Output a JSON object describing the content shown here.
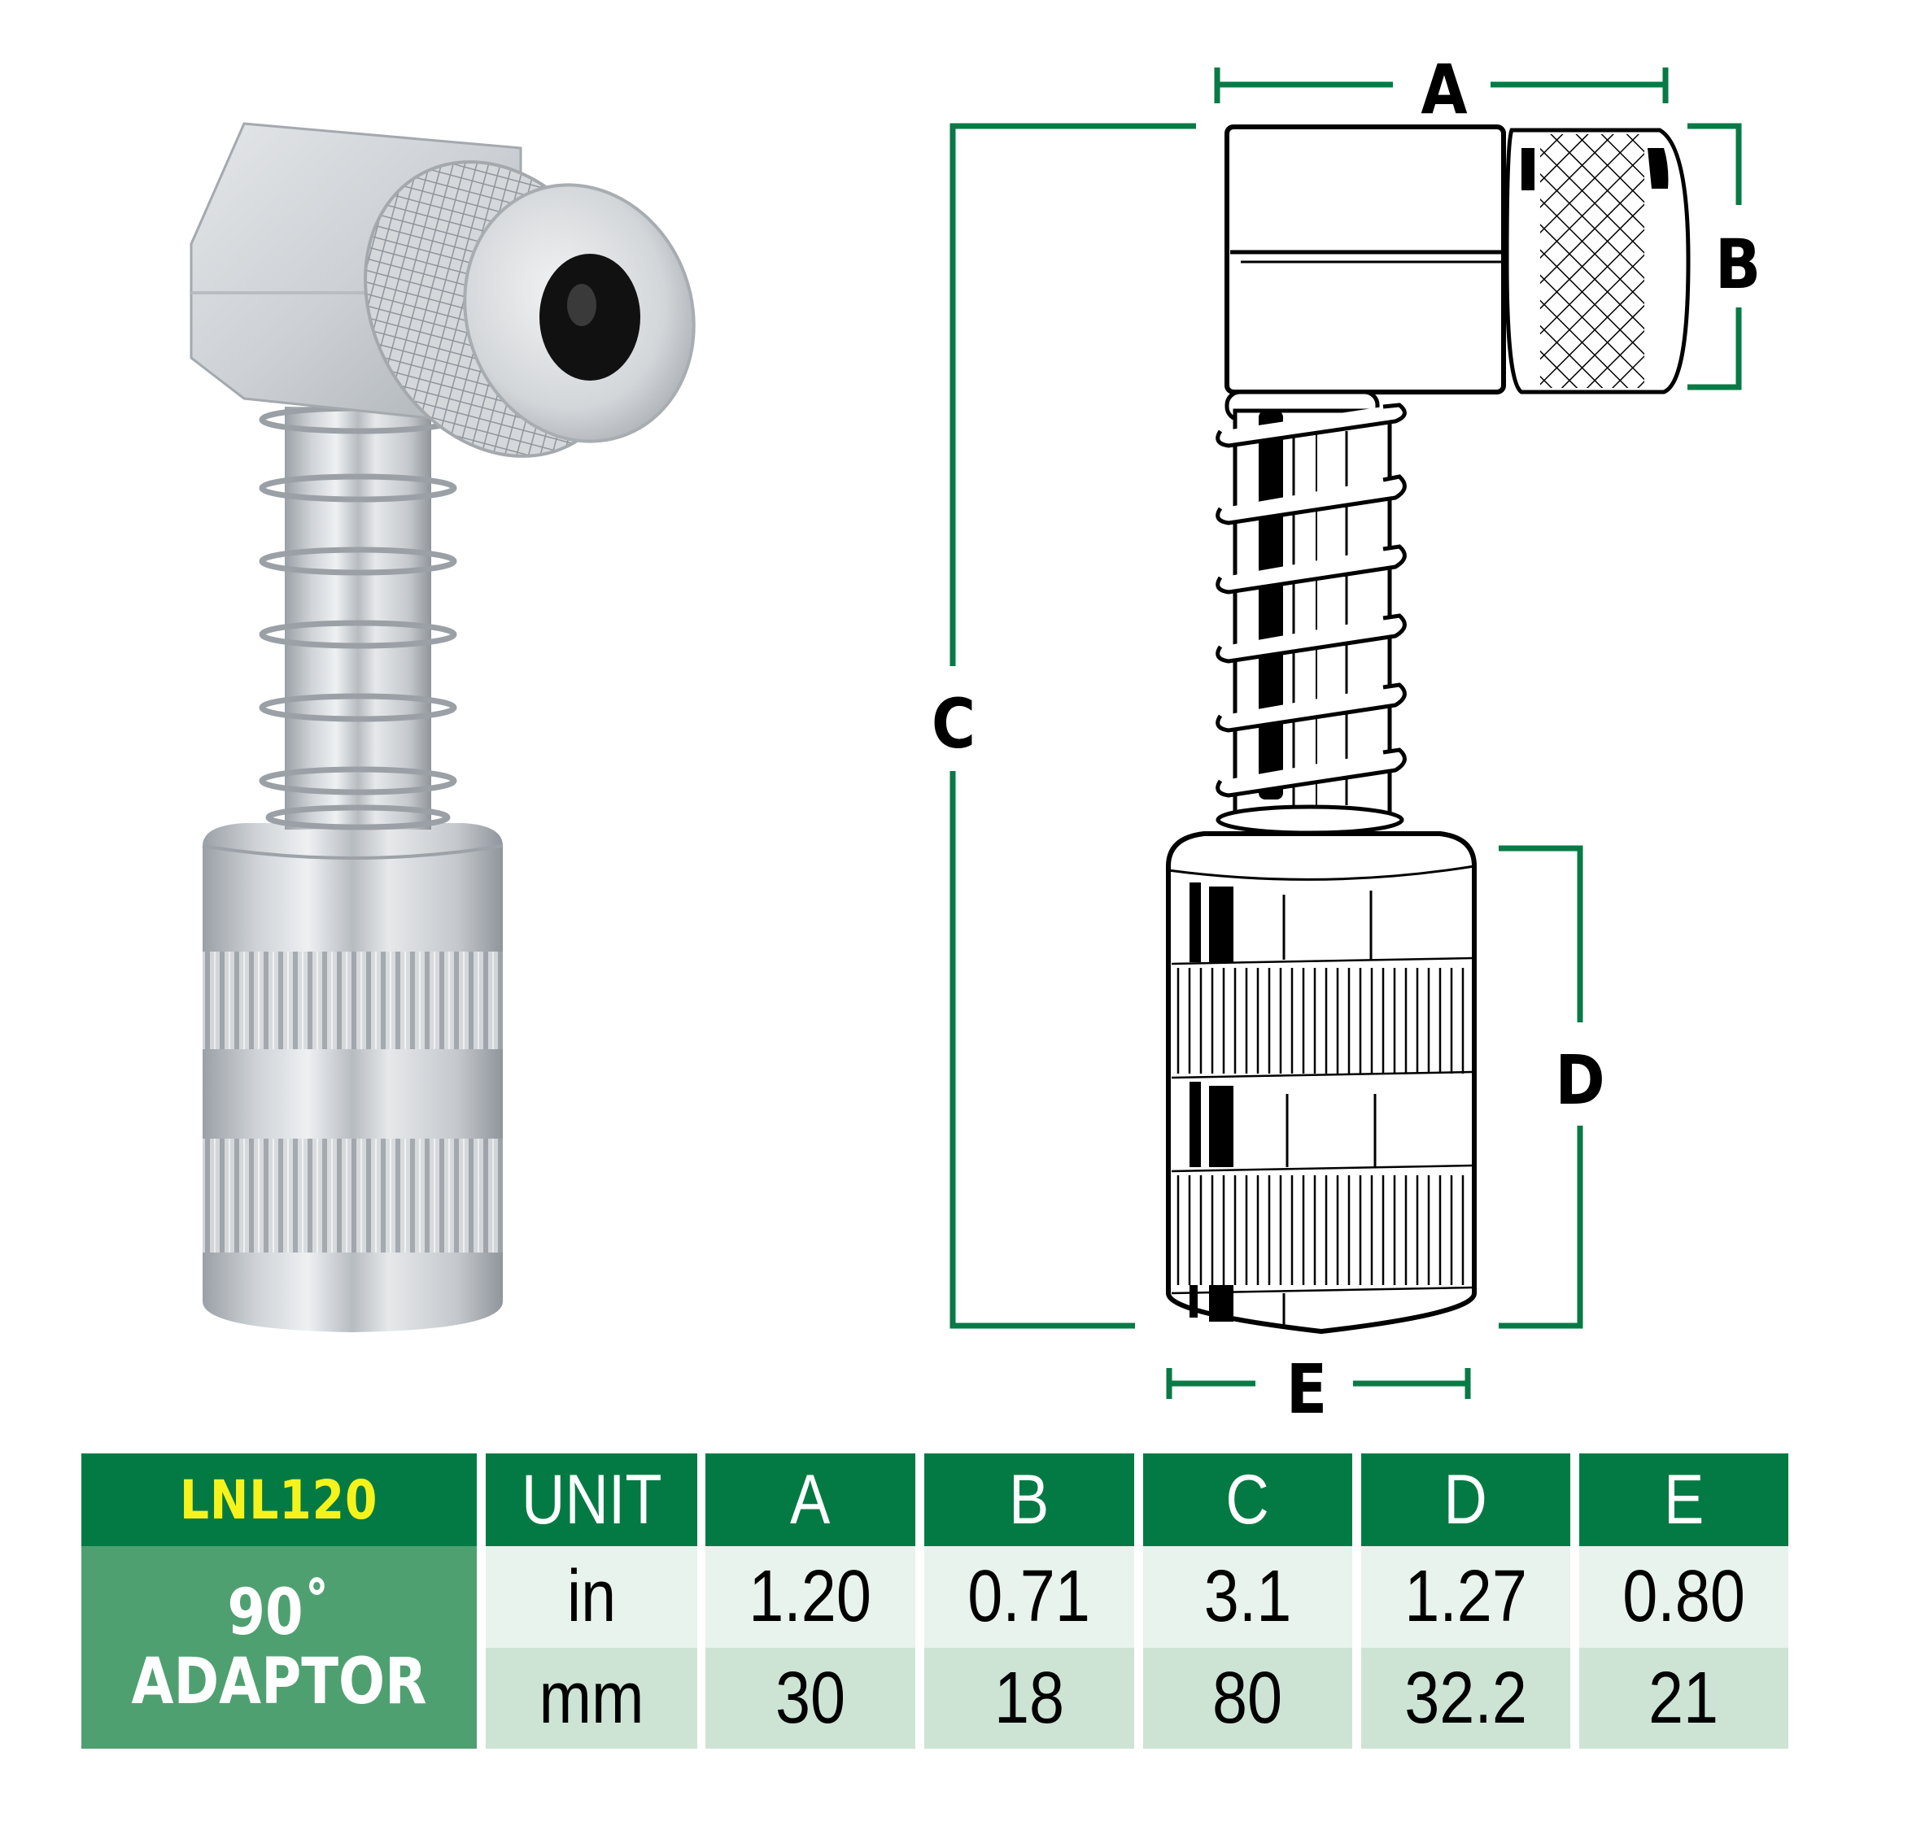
{
  "product": {
    "model": "LNL120",
    "name_line1": "90˚",
    "name_line2": "ADAPTOR"
  },
  "diagram": {
    "dimension_labels": {
      "A": "A",
      "B": "B",
      "C": "C",
      "D": "D",
      "E": "E"
    },
    "dimension_line_color": "#077a45"
  },
  "table": {
    "header": [
      "UNIT",
      "A",
      "B",
      "C",
      "D",
      "E"
    ],
    "rows": [
      {
        "unit": "in",
        "values": [
          "1.20",
          "0.71",
          "3.1",
          "1.27",
          "0.80"
        ]
      },
      {
        "unit": "mm",
        "values": [
          "30",
          "18",
          "80",
          "32.2",
          "21"
        ]
      }
    ],
    "colors": {
      "header_bg": "#037a43",
      "model_text": "#f6f31c",
      "product_bg": "#4fa070",
      "row_in_bg": "#e8f3ed",
      "row_mm_bg": "#cde4d4"
    }
  }
}
